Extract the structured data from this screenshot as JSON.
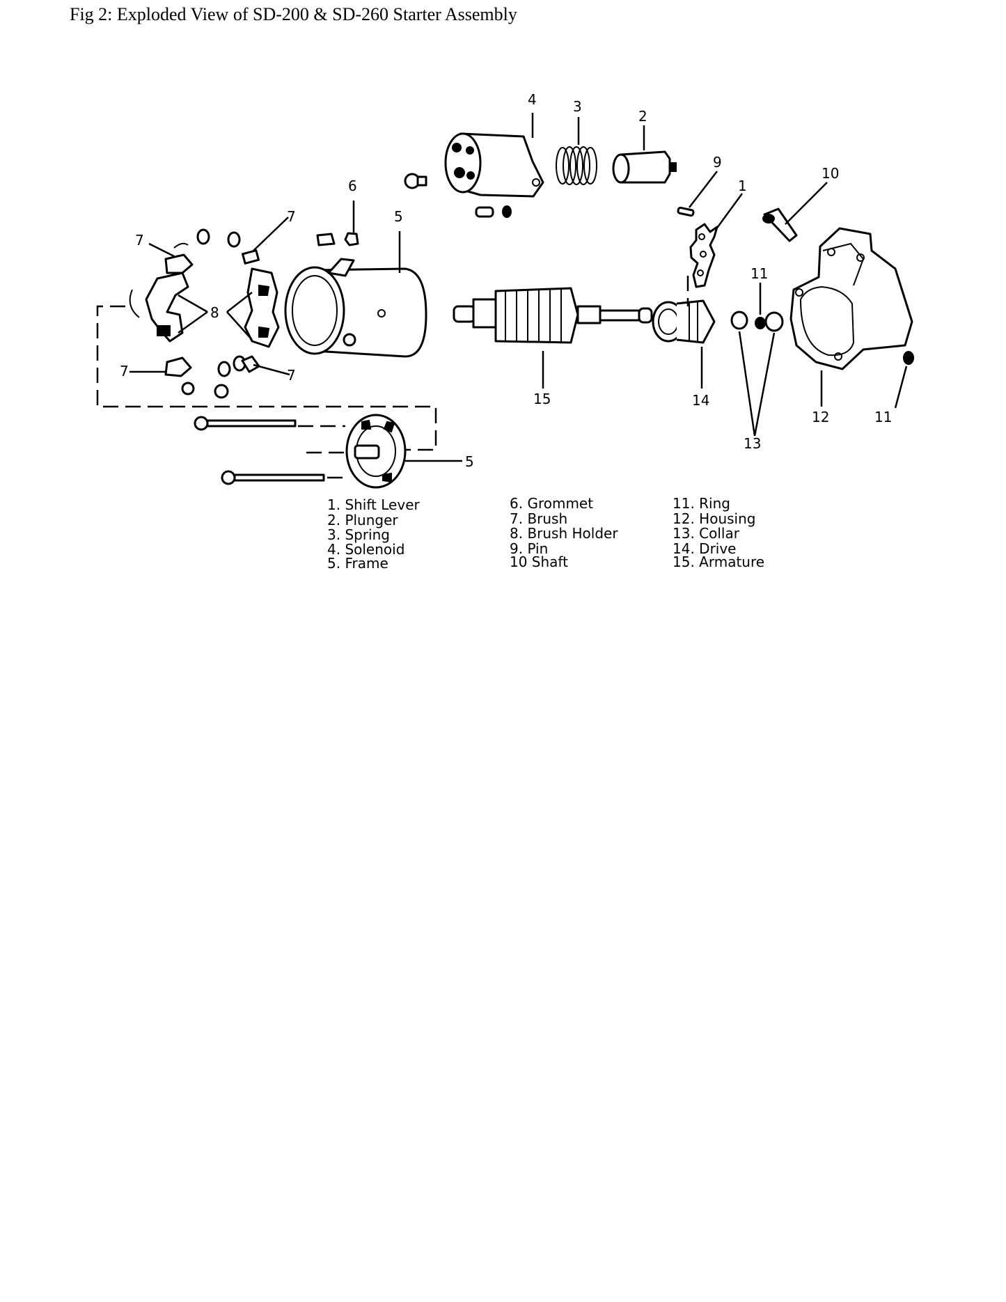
{
  "caption": "Fig 2: Exploded View of SD-200 & SD-260 Starter Assembly",
  "callouts": {
    "solenoid": "4",
    "spring": "3",
    "plunger": "2",
    "pin": "9",
    "shift_lever": "1",
    "shaft": "10",
    "grommet": "6",
    "frame": "5",
    "brush_top_left": "7",
    "brush_top_right": "7",
    "brush_holder": "8",
    "brush_bottom_left": "7",
    "brush_bottom_right": "7",
    "ring_top": "11",
    "armature": "15",
    "drive": "14",
    "housing": "12",
    "ring_right": "11",
    "collar": "13",
    "frame_end": "5"
  },
  "legend": {
    "col1": [
      "1. Shift Lever",
      "2. Plunger",
      "3. Spring",
      "4. Solenoid",
      "5. Frame"
    ],
    "col2": [
      "6. Grommet",
      "7. Brush",
      "8. Brush Holder",
      "9. Pin",
      "10  Shaft"
    ],
    "col3": [
      "11. Ring",
      "12. Housing",
      "13. Collar",
      "14. Drive",
      "15. Armature"
    ]
  }
}
